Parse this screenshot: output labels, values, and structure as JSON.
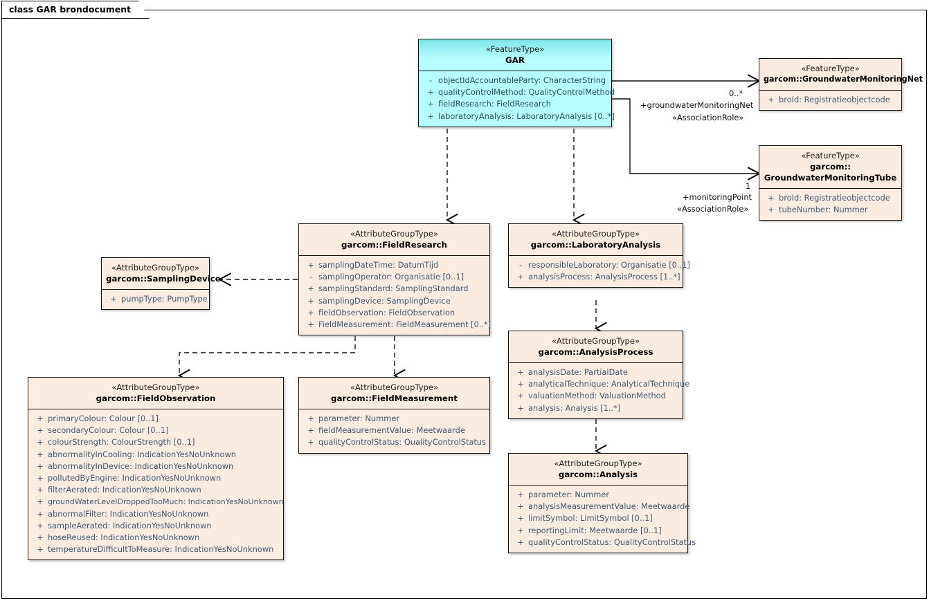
{
  "diagram": {
    "title": "class GAR brondocument",
    "type": "uml-class-diagram",
    "colors": {
      "focus_fill": "#b6fdfd",
      "class_fill": "#fbece1",
      "border": "#111111",
      "attribute_text": "#3d5a77"
    }
  },
  "classes": [
    {
      "id": "gar",
      "stereotype": "«FeatureType»",
      "name": "GAR",
      "highlight": true,
      "attributes": [
        {
          "visibility": "-",
          "text": "objectIdAccountableParty: CharacterString"
        },
        {
          "visibility": "+",
          "text": "qualityControlMethod: QualityControlMethod"
        },
        {
          "visibility": "+",
          "text": "fieldResearch: FieldResearch"
        },
        {
          "visibility": "+",
          "text": "laboratoryAnalysis: LaboratoryAnalysis [0..*]"
        }
      ]
    },
    {
      "id": "gwmnet",
      "stereotype": "«FeatureType»",
      "name": "garcom::GroundwaterMonitoringNet",
      "highlight": false,
      "attributes": [
        {
          "visibility": "+",
          "text": "broId: Registratieobjectcode"
        }
      ]
    },
    {
      "id": "gwmtube",
      "stereotype": "«FeatureType»",
      "name": "garcom::",
      "name2": "GroundwaterMonitoringTube",
      "highlight": false,
      "attributes": [
        {
          "visibility": "+",
          "text": "broId: Registratieobjectcode"
        },
        {
          "visibility": "+",
          "text": "tubeNumber: Nummer"
        }
      ]
    },
    {
      "id": "fieldresearch",
      "stereotype": "«AttributeGroupType»",
      "name": "garcom::FieldResearch",
      "highlight": false,
      "attributes": [
        {
          "visibility": "+",
          "text": "samplingDateTime: DatumTijd"
        },
        {
          "visibility": "-",
          "text": "samplingOperator: Organisatie [0..1]"
        },
        {
          "visibility": "+",
          "text": "samplingStandard: SamplingStandard"
        },
        {
          "visibility": "+",
          "text": "samplingDevice: SamplingDevice"
        },
        {
          "visibility": "+",
          "text": "fieldObservation: FieldObservation"
        },
        {
          "visibility": "+",
          "text": "FieldMeasurement: FieldMeasurement [0..*]"
        }
      ]
    },
    {
      "id": "labanalysis",
      "stereotype": "«AttributeGroupType»",
      "name": "garcom::LaboratoryAnalysis",
      "highlight": false,
      "attributes": [
        {
          "visibility": "-",
          "text": "responsibleLaboratory: Organisatie [0..1]"
        },
        {
          "visibility": "+",
          "text": "analysisProcess: AnalysisProcess [1..*]"
        }
      ]
    },
    {
      "id": "samplingdevice",
      "stereotype": "«AttributeGroupType»",
      "name": "garcom::SamplingDevice",
      "highlight": false,
      "attributes": [
        {
          "visibility": "+",
          "text": "pumpType: PumpType"
        }
      ]
    },
    {
      "id": "analysisprocess",
      "stereotype": "«AttributeGroupType»",
      "name": "garcom::AnalysisProcess",
      "highlight": false,
      "attributes": [
        {
          "visibility": "+",
          "text": "analysisDate: PartialDate"
        },
        {
          "visibility": "+",
          "text": "analyticalTechnique: AnalyticalTechnique"
        },
        {
          "visibility": "+",
          "text": "valuationMethod: ValuationMethod"
        },
        {
          "visibility": "+",
          "text": "analysis: Analysis [1..*]"
        }
      ]
    },
    {
      "id": "analysis",
      "stereotype": "«AttributeGroupType»",
      "name": "garcom::Analysis",
      "highlight": false,
      "attributes": [
        {
          "visibility": "+",
          "text": "parameter: Nummer"
        },
        {
          "visibility": "+",
          "text": "analysisMeasurementValue: Meetwaarde"
        },
        {
          "visibility": "+",
          "text": "limitSymbol: LimitSymbol [0..1]"
        },
        {
          "visibility": "+",
          "text": "reportingLimit: Meetwaarde [0..1]"
        },
        {
          "visibility": "+",
          "text": "qualityControlStatus: QualityControlStatus"
        }
      ]
    },
    {
      "id": "fieldobservation",
      "stereotype": "«AttributeGroupType»",
      "name": "garcom::FieldObservation",
      "highlight": false,
      "attributes": [
        {
          "visibility": "+",
          "text": "primaryColour: Colour [0..1]"
        },
        {
          "visibility": "+",
          "text": "secondaryColour: Colour [0..1]"
        },
        {
          "visibility": "+",
          "text": "colourStrength: ColourStrength [0..1]"
        },
        {
          "visibility": "+",
          "text": "abnormalityInCooling: IndicationYesNoUnknown"
        },
        {
          "visibility": "+",
          "text": "abnormalityInDevice: IndicationYesNoUnknown"
        },
        {
          "visibility": "+",
          "text": "pollutedByEngine: IndicationYesNoUnknown"
        },
        {
          "visibility": "+",
          "text": "filterAerated: IndicationYesNoUnknown"
        },
        {
          "visibility": "+",
          "text": "groundWaterLevelDroppedTooMuch: IndicationYesNoUnknown"
        },
        {
          "visibility": "+",
          "text": "abnormalFilter: IndicationYesNoUnknown"
        },
        {
          "visibility": "+",
          "text": "sampleAerated: IndicationYesNoUnknown"
        },
        {
          "visibility": "+",
          "text": "hoseReused: IndicationYesNoUnknown"
        },
        {
          "visibility": "+",
          "text": "temperatureDifficultToMeasure: IndicationYesNoUnknown"
        }
      ]
    },
    {
      "id": "fieldmeasurement",
      "stereotype": "«AttributeGroupType»",
      "name": "garcom::FieldMeasurement",
      "highlight": false,
      "attributes": [
        {
          "visibility": "+",
          "text": "parameter: Nummer"
        },
        {
          "visibility": "+",
          "text": "fieldMeasurementValue: Meetwaarde"
        },
        {
          "visibility": "+",
          "text": "qualityControlStatus: QualityControlStatus"
        }
      ]
    }
  ],
  "connectors": [
    {
      "id": "gar-to-net",
      "kind": "association",
      "from": "gar",
      "to": "gwmnet",
      "multiplicity": "0..*",
      "role": "+groundwaterMonitoringNet",
      "stereotype": "«AssociationRole»"
    },
    {
      "id": "gar-to-tube",
      "kind": "association",
      "from": "gar",
      "to": "gwmtube",
      "multiplicity": "1",
      "role": "+monitoringPoint",
      "stereotype": "«AssociationRole»"
    },
    {
      "id": "gar-to-fieldresearch",
      "kind": "dependency",
      "from": "gar",
      "to": "fieldresearch"
    },
    {
      "id": "gar-to-labanalysis",
      "kind": "dependency",
      "from": "gar",
      "to": "labanalysis"
    },
    {
      "id": "fieldresearch-to-samplingdevice",
      "kind": "dependency",
      "from": "fieldresearch",
      "to": "samplingdevice"
    },
    {
      "id": "fieldresearch-to-fieldobservation",
      "kind": "dependency",
      "from": "fieldresearch",
      "to": "fieldobservation"
    },
    {
      "id": "fieldresearch-to-fieldmeasurement",
      "kind": "dependency",
      "from": "fieldresearch",
      "to": "fieldmeasurement"
    },
    {
      "id": "labanalysis-to-analysisprocess",
      "kind": "dependency",
      "from": "labanalysis",
      "to": "analysisprocess"
    },
    {
      "id": "analysisprocess-to-analysis",
      "kind": "dependency",
      "from": "analysisprocess",
      "to": "analysis"
    }
  ]
}
